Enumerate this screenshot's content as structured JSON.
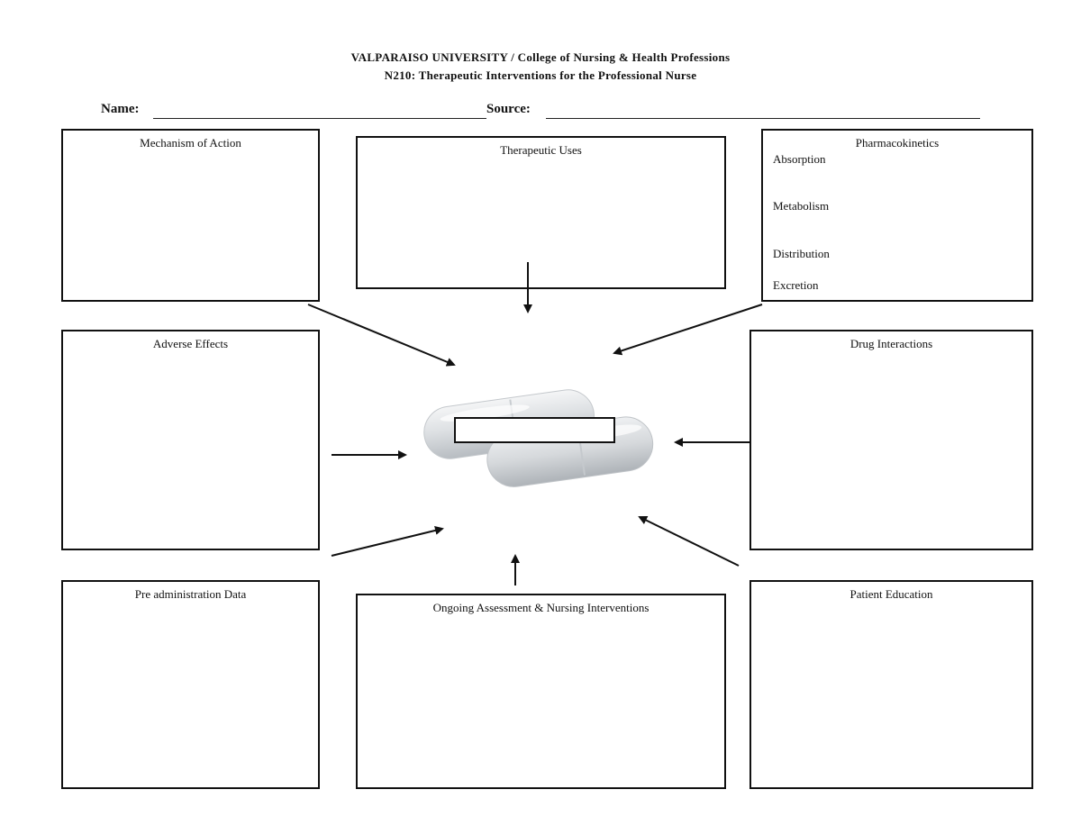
{
  "header": {
    "title_line1": "VALPARAISO UNIVERSITY / College of Nursing & Health Professions",
    "title_line2": "N210: Therapeutic Interventions for the Professional Nurse"
  },
  "form": {
    "name_label": "Name:",
    "source_label": "Source:",
    "name_value": "",
    "source_value": ""
  },
  "boxes": {
    "mechanism": "Mechanism of Action",
    "therapeutic_uses": "Therapeutic Uses",
    "pharmacokinetics": {
      "title": "Pharmacokinetics",
      "items": [
        "Absorption",
        "Metabolism",
        "Distribution",
        "Excretion"
      ]
    },
    "adverse_effects": "Adverse Effects",
    "drug_interactions": "Drug Interactions",
    "pre_administration": "Pre administration Data",
    "ongoing_assessment": "Ongoing Assessment & Nursing Interventions",
    "patient_education": "Patient Education"
  },
  "center": {
    "image": "capsules-image",
    "drug_name_value": ""
  }
}
